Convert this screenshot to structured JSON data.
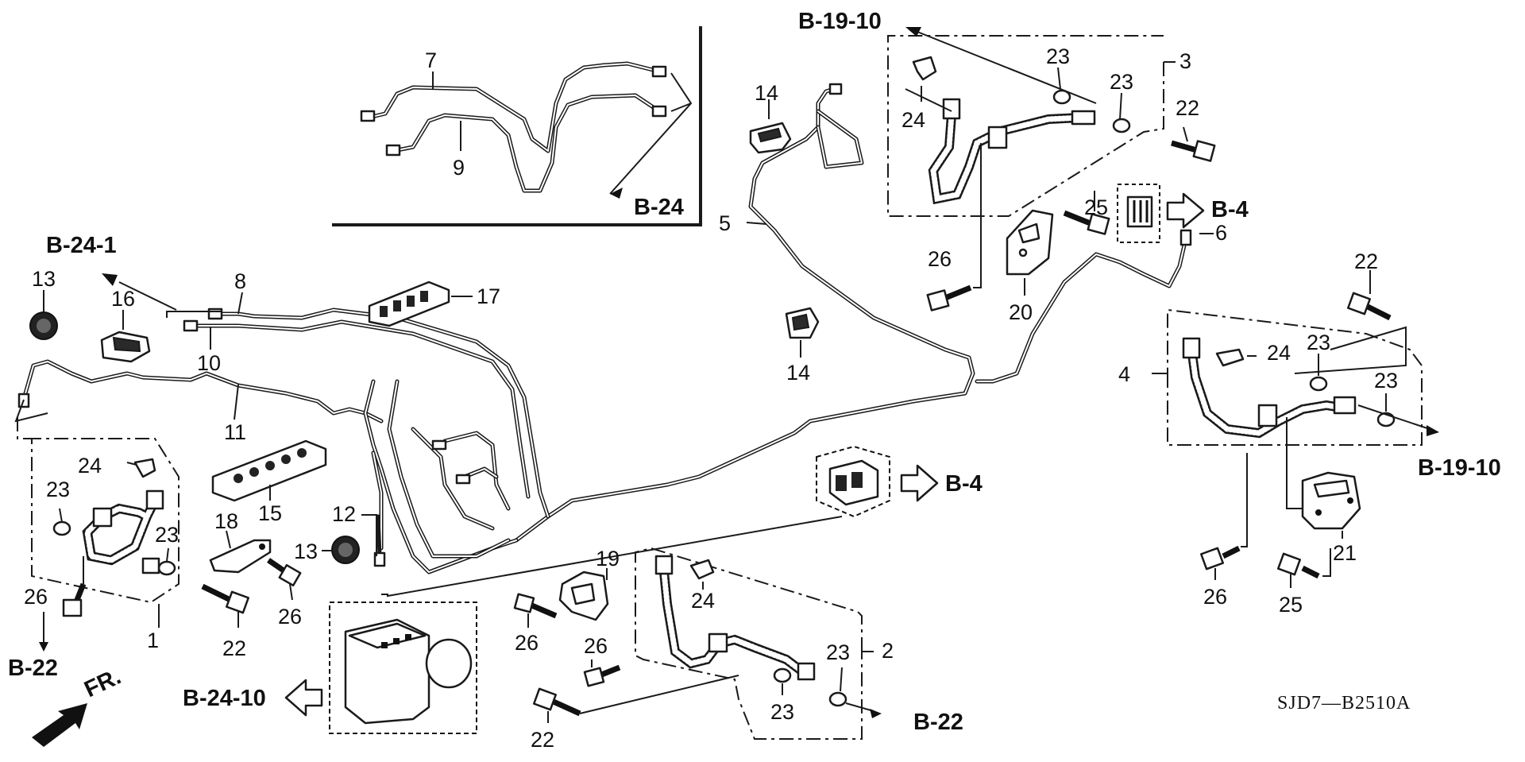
{
  "callouts": {
    "c1": "1",
    "c2": "2",
    "c3": "3",
    "c4": "4",
    "c5": "5",
    "c6": "6",
    "c7": "7",
    "c8": "8",
    "c9": "9",
    "c10": "10",
    "c11": "11",
    "c12": "12",
    "c13a": "13",
    "c13b": "13",
    "c14a": "14",
    "c14b": "14",
    "c15": "15",
    "c16": "16",
    "c17": "17",
    "c18": "18",
    "c19": "19",
    "c20": "20",
    "c21": "21",
    "c22a": "22",
    "c22b": "22",
    "c22c": "22",
    "c22d": "22",
    "c23a": "23",
    "c23b": "23",
    "c23c": "23",
    "c23d": "23",
    "c23e": "23",
    "c23f": "23",
    "c23g": "23",
    "c23h": "23",
    "c24a": "24",
    "c24b": "24",
    "c24c": "24",
    "c24d": "24",
    "c25a": "25",
    "c25b": "25",
    "c26a": "26",
    "c26b": "26",
    "c26c": "26",
    "c26d": "26",
    "c26e": "26"
  },
  "references": {
    "b19_10_top": "B-19-10",
    "b19_10_right": "B-19-10",
    "b24_inset": "B-24",
    "b24_1": "B-24-1",
    "b4_top": "B-4",
    "b4_mid": "B-4",
    "b22_left": "B-22",
    "b22_bottom": "B-22",
    "b24_10": "B-24-10"
  },
  "front_label": "FR.",
  "diagram_code": "SJD7—B2510A"
}
